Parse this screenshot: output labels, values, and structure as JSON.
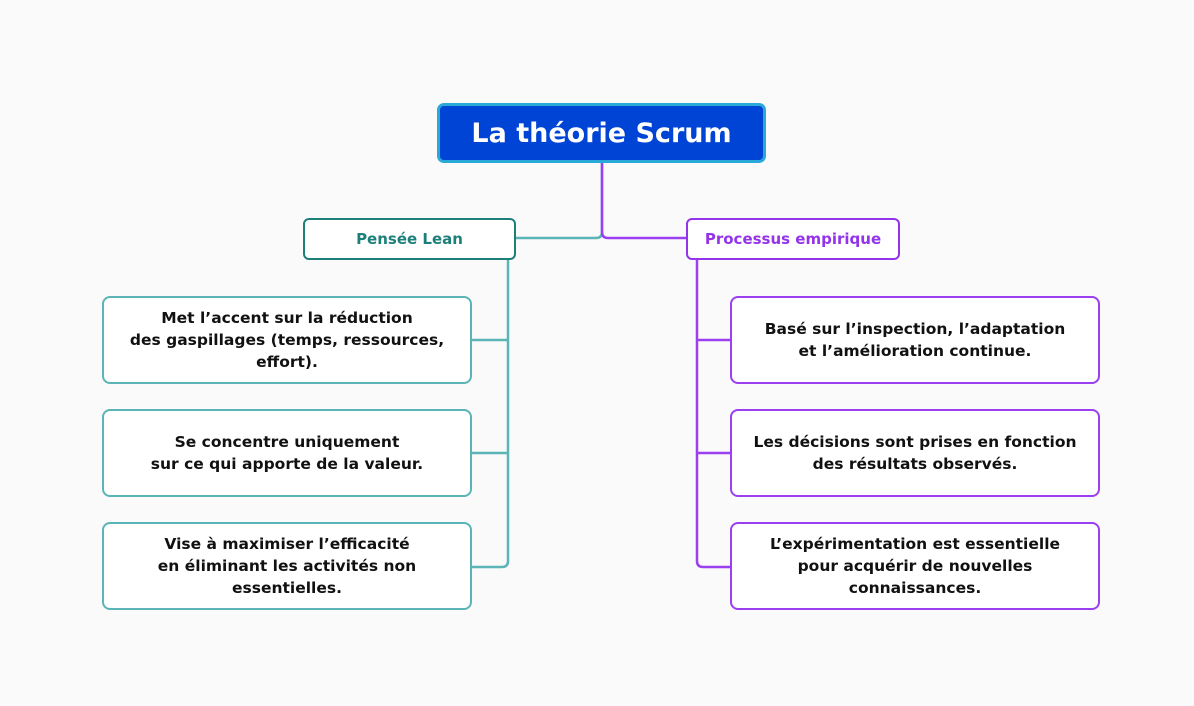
{
  "root": {
    "title": "La théorie Scrum"
  },
  "branches": [
    {
      "label": "Pensée Lean",
      "color": "#1d7f7a",
      "items": [
        "Met l’accent sur la réduction\ndes gaspillages (temps, ressources,\neffort).",
        "Se concentre uniquement\nsur ce qui apporte de la valeur.",
        "Vise à maximiser l’efficacité\nen éliminant les activités non\nessentielles."
      ]
    },
    {
      "label": "Processus empirique",
      "color": "#9333ea",
      "items": [
        "Basé sur l’inspection, l’adaptation\net l’amélioration continue.",
        "Les décisions sont prises en fonction\ndes résultats observés.",
        "L’expérimentation est essentielle\npour acquérir de nouvelles\nconnaissances."
      ]
    }
  ],
  "colors": {
    "root_fill": "#0044d6",
    "root_border": "#2aa9d8",
    "lean_connector": "#5bb4b5",
    "empirique_connector": "#9b3ff0"
  }
}
